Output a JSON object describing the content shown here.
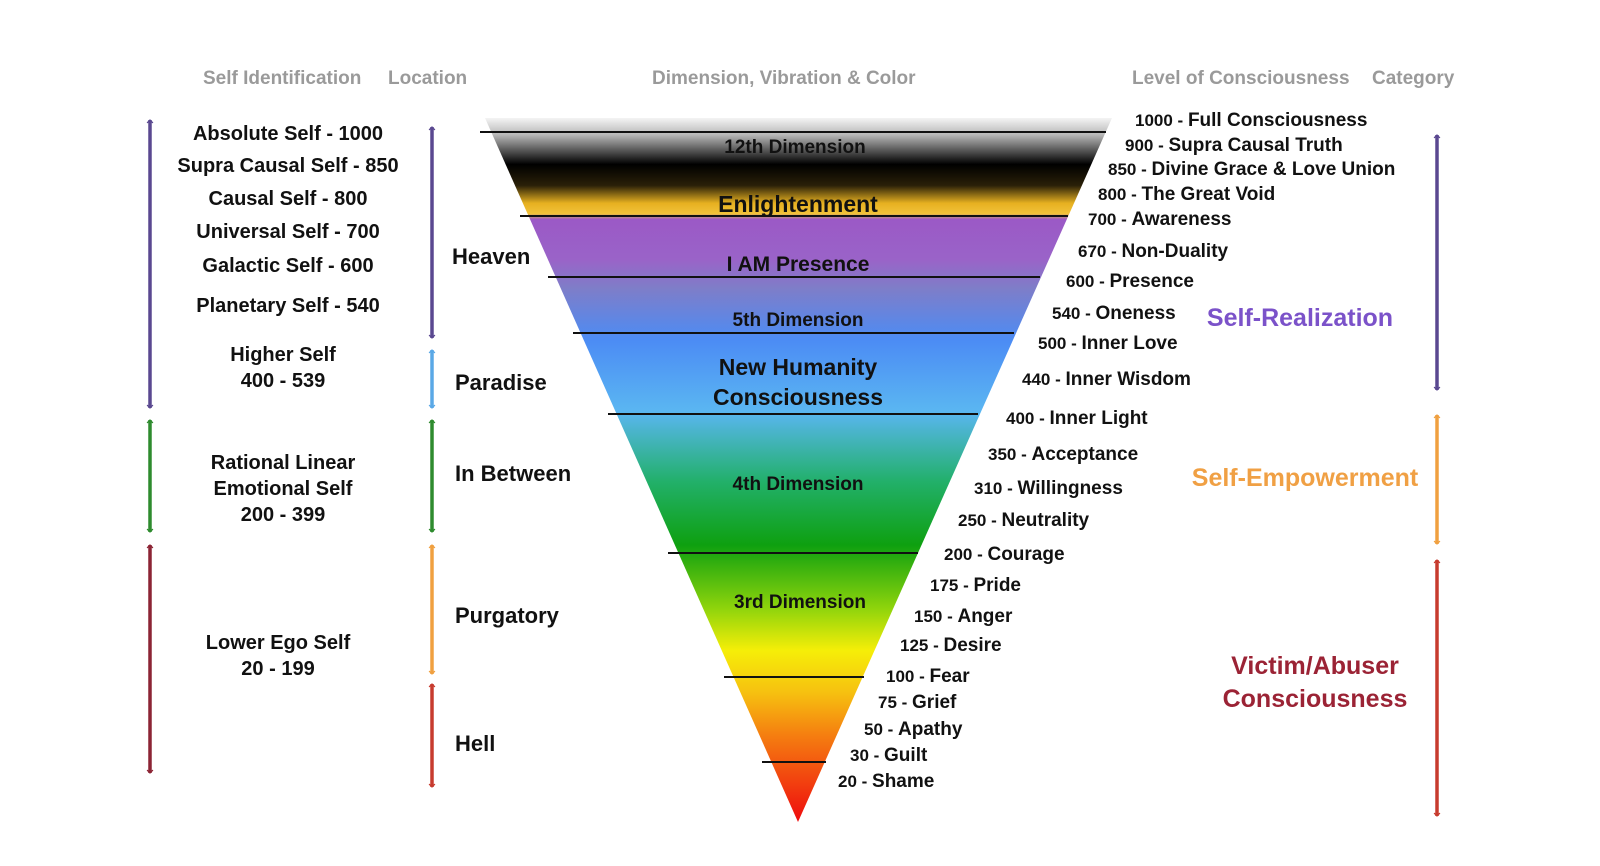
{
  "headers": {
    "self_identification": "Self Identification",
    "location": "Location",
    "dimension": "Dimension, Vibration & Color",
    "level": "Level of Consciousness",
    "category": "Category"
  },
  "self_identification": [
    "Absolute Self - 1000",
    "Supra Causal Self - 850",
    "Causal Self - 800",
    "Universal Self - 700",
    "Galactic Self - 600",
    "Planetary Self - 540",
    "Higher Self\n400 - 539",
    "Rational Linear\nEmotional Self\n200 - 399",
    "Lower Ego Self\n20 - 199"
  ],
  "locations": [
    "Heaven",
    "Paradise",
    "In Between",
    "Purgatory",
    "Hell"
  ],
  "dimensions": [
    "12th Dimension",
    "Enlightenment",
    "I AM Presence",
    "5th Dimension",
    "New Humanity",
    "Consciousness",
    "4th Dimension",
    "3rd Dimension"
  ],
  "levels": [
    {
      "value": "1000",
      "label": "Full Consciousness"
    },
    {
      "value": "900",
      "label": "Supra Causal Truth"
    },
    {
      "value": "850",
      "label": "Divine Grace & Love Union"
    },
    {
      "value": "800",
      "label": "The Great Void"
    },
    {
      "value": "700",
      "label": "Awareness"
    },
    {
      "value": "670",
      "label": "Non-Duality"
    },
    {
      "value": "600",
      "label": "Presence"
    },
    {
      "value": "540",
      "label": "Oneness"
    },
    {
      "value": "500",
      "label": "Inner Love"
    },
    {
      "value": "440",
      "label": "Inner Wisdom"
    },
    {
      "value": "400",
      "label": "Inner Light"
    },
    {
      "value": "350",
      "label": "Acceptance"
    },
    {
      "value": "310",
      "label": "Willingness"
    },
    {
      "value": "250",
      "label": "Neutrality"
    },
    {
      "value": "200",
      "label": "Courage"
    },
    {
      "value": "175",
      "label": "Pride"
    },
    {
      "value": "150",
      "label": "Anger"
    },
    {
      "value": "125",
      "label": "Desire"
    },
    {
      "value": "100",
      "label": "Fear"
    },
    {
      "value": "75",
      "label": "Grief"
    },
    {
      "value": "50",
      "label": "Apathy"
    },
    {
      "value": "30",
      "label": "Guilt"
    },
    {
      "value": "20",
      "label": "Shame"
    }
  ],
  "categories": [
    {
      "label": "Self-Realization",
      "color": "#7b52c9"
    },
    {
      "label": "Self-Empowerment",
      "color": "#f0a044"
    },
    {
      "label": "Victim/Abuser\nConsciousness",
      "color": "#9b2335"
    }
  ],
  "colors": {
    "purple_arrow": "#5a4890",
    "light_blue_arrow": "#5aa8e6",
    "green_arrow": "#2e8b2e",
    "maroon_arrow": "#8c2434",
    "orange_arrow": "#f0a040",
    "red_arrow": "#c73b2e",
    "header_gray": "#9a9a9a"
  }
}
